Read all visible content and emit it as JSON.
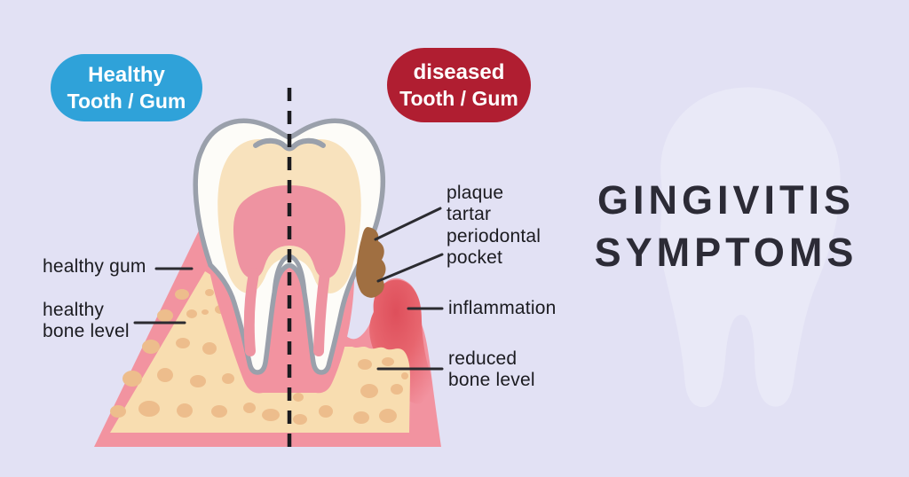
{
  "header": {
    "title_line1": "GINGIVITIS",
    "title_line2": "SYMPTOMS"
  },
  "badges": {
    "healthy": {
      "line1": "Healthy",
      "line2": "Tooth / Gum",
      "bg_color": "#2fa2d9"
    },
    "diseased": {
      "line1": "diseased",
      "line2": "Tooth / Gum",
      "bg_color": "#b01e31"
    }
  },
  "callouts": {
    "healthy_gum": {
      "text": "healthy gum"
    },
    "healthy_bone": {
      "line1": "healthy",
      "line2": "bone level"
    },
    "plaque": {
      "line1": "plaque",
      "line2": "tartar"
    },
    "pocket": {
      "line1": "periodontal",
      "line2": "pocket"
    },
    "inflammation": {
      "text": "inflammation"
    },
    "reduced_bone": {
      "line1": "reduced",
      "line2": "bone level"
    }
  },
  "colors": {
    "background": "#e2e1f4",
    "gum_pink": "#f293a0",
    "bone_cream": "#f8ddb0",
    "bone_blob_tan": "#edbd8c",
    "inflamed_red": "#de4f5b",
    "tartar_brown": "#a06f41",
    "tooth_white": "#fdfcf8",
    "tooth_outline_gray": "#9aa0ab",
    "dentin_cream": "#f8e2bd",
    "pulp_pink": "#ee93a1",
    "title_ink": "#2c2b36",
    "label_ink": "#1b1b20"
  }
}
